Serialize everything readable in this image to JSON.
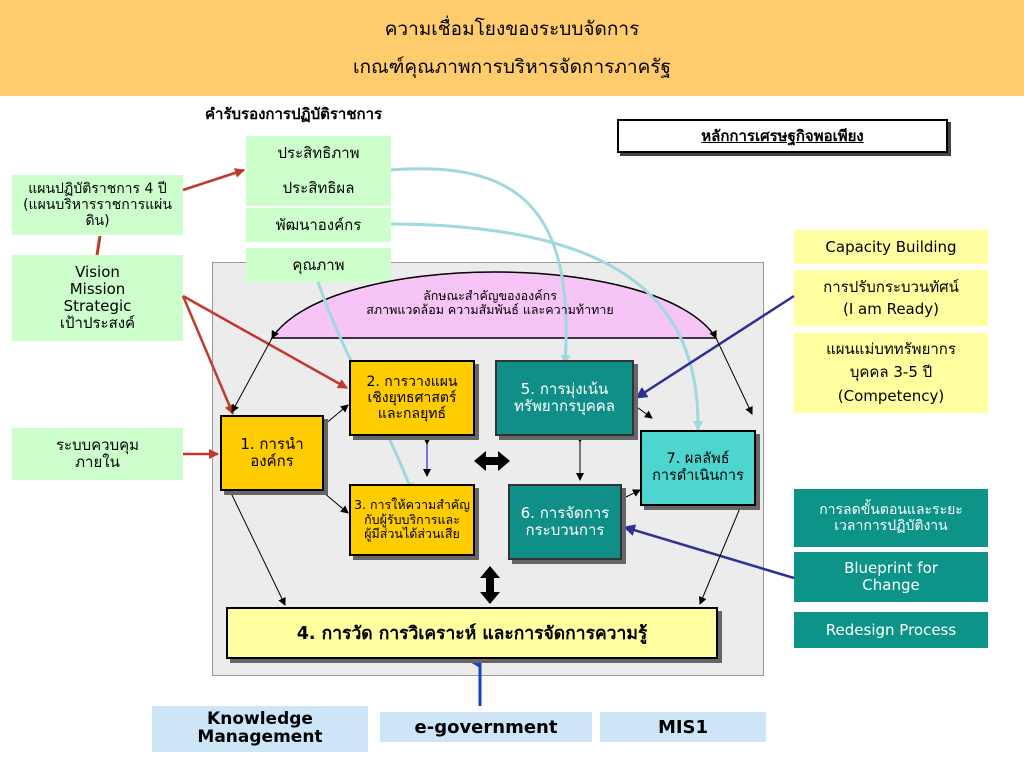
{
  "header": {
    "line1": "ความเชื่อมโยงของระบบจัดการ",
    "line2": "เกณฑ์คุณภาพการบริหารจัดการภาครัฐ"
  },
  "commitment_title": "คำรับรองการปฏิบัติราชการ",
  "sufficiency_title": "หลักการเศรษฐกิจพอเพียง",
  "criteria": [
    "ประสิทธิภาพ",
    "ประสิทธิผล",
    "พัฒนาองค์กร",
    "คุณภาพ"
  ],
  "left": {
    "plan4": "แผนปฏิบัติราชการ 4 ปี (แผนบริหารราชการแผ่นดิน)",
    "vision": [
      "Vision",
      "Mission",
      "Strategic",
      "เป้าประสงค์"
    ],
    "control": [
      "ระบบควบคุม",
      "ภายใน"
    ]
  },
  "right_top": {
    "capacity": "Capacity Building",
    "mindset": [
      "การปรับกระบวนทัศน์",
      "(I am Ready)"
    ],
    "hr_plan": [
      "แผนแม่บททรัพยากร",
      "บุคคล 3-5 ปี",
      "(Competency)"
    ]
  },
  "right_bottom": {
    "reduce": "การลดขั้นตอนและระยะเวลาการปฏิบัติงาน",
    "blueprint": "Blueprint for Change",
    "redesign": "Redesign Process"
  },
  "org_profile": {
    "line1": "ลักษณะสำคัญขององค์กร",
    "line2": "สภาพแวดล้อม ความสัมพันธ์ และความท้าทาย"
  },
  "categories": {
    "c1": [
      "1. การนำ",
      "องค์กร"
    ],
    "c2": [
      "2. การวางแผน",
      "เชิงยุทธศาสตร์",
      "และกลยุทธ์"
    ],
    "c3": [
      "3. การให้ความสำคัญ",
      "กับผู้รับบริการและ",
      "ผู้มีส่วนได้ส่วนเสีย"
    ],
    "c4": "4. การวัด การวิเคราะห์ และการจัดการความรู้",
    "c5": [
      "5. การมุ่งเน้น",
      "ทรัพยากรบุคคล"
    ],
    "c6": [
      "6. การจัดการ",
      "กระบวนการ"
    ],
    "c7": [
      "7. ผลลัพธ์",
      "การดำเนินการ"
    ]
  },
  "bottom": {
    "km": [
      "Knowledge",
      "Management"
    ],
    "egov": "e-government",
    "mis": "MIS1"
  }
}
